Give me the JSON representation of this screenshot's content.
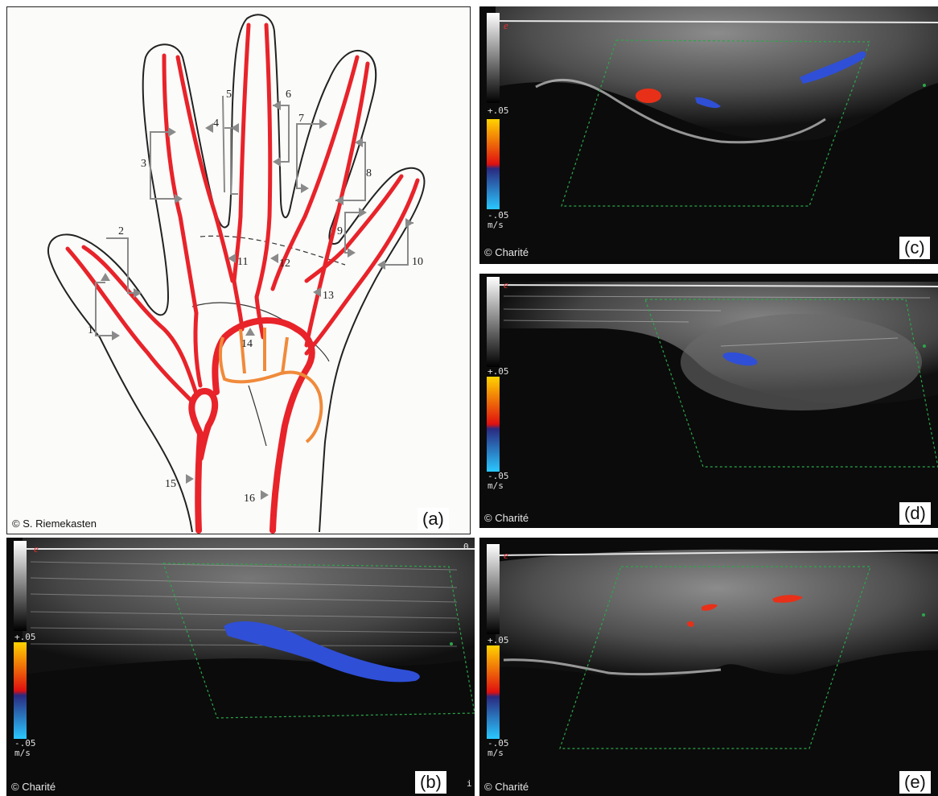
{
  "figure": {
    "panel_a": {
      "label": "(a)",
      "copyright": "© S. Riemekasten",
      "site_numbers": [
        "1",
        "2",
        "3",
        "4",
        "5",
        "6",
        "7",
        "8",
        "9",
        "10",
        "11",
        "12",
        "13",
        "14",
        "15",
        "16"
      ]
    },
    "panel_b": {
      "label": "(b)",
      "copyright": "© Charité",
      "scale_top": "+.05",
      "scale_bottom": "-.05",
      "scale_unit": "m/s",
      "marker": "e",
      "edge_glyph_top": "0",
      "edge_glyph_bottom": "i"
    },
    "panel_c": {
      "label": "(c)",
      "copyright": "© Charité",
      "scale_top": "+.05",
      "scale_bottom": "-.05",
      "scale_unit": "m/s",
      "marker": "e"
    },
    "panel_d": {
      "label": "(d)",
      "copyright": "© Charité",
      "scale_top": "+.05",
      "scale_bottom": "-.05",
      "scale_unit": "m/s",
      "marker": "e"
    },
    "panel_e": {
      "label": "(e)",
      "copyright": "© Charité",
      "scale_top": "+.05",
      "scale_bottom": "-.05",
      "scale_unit": "m/s",
      "marker": "e"
    }
  },
  "colors": {
    "artery_red": "#e8232a",
    "arch_orange": "#f08a3a",
    "doppler_blue": "#2f4fd6",
    "doppler_red": "#e83018",
    "roi_green": "#2aa84a",
    "marker_gray": "#8a8a8a"
  }
}
